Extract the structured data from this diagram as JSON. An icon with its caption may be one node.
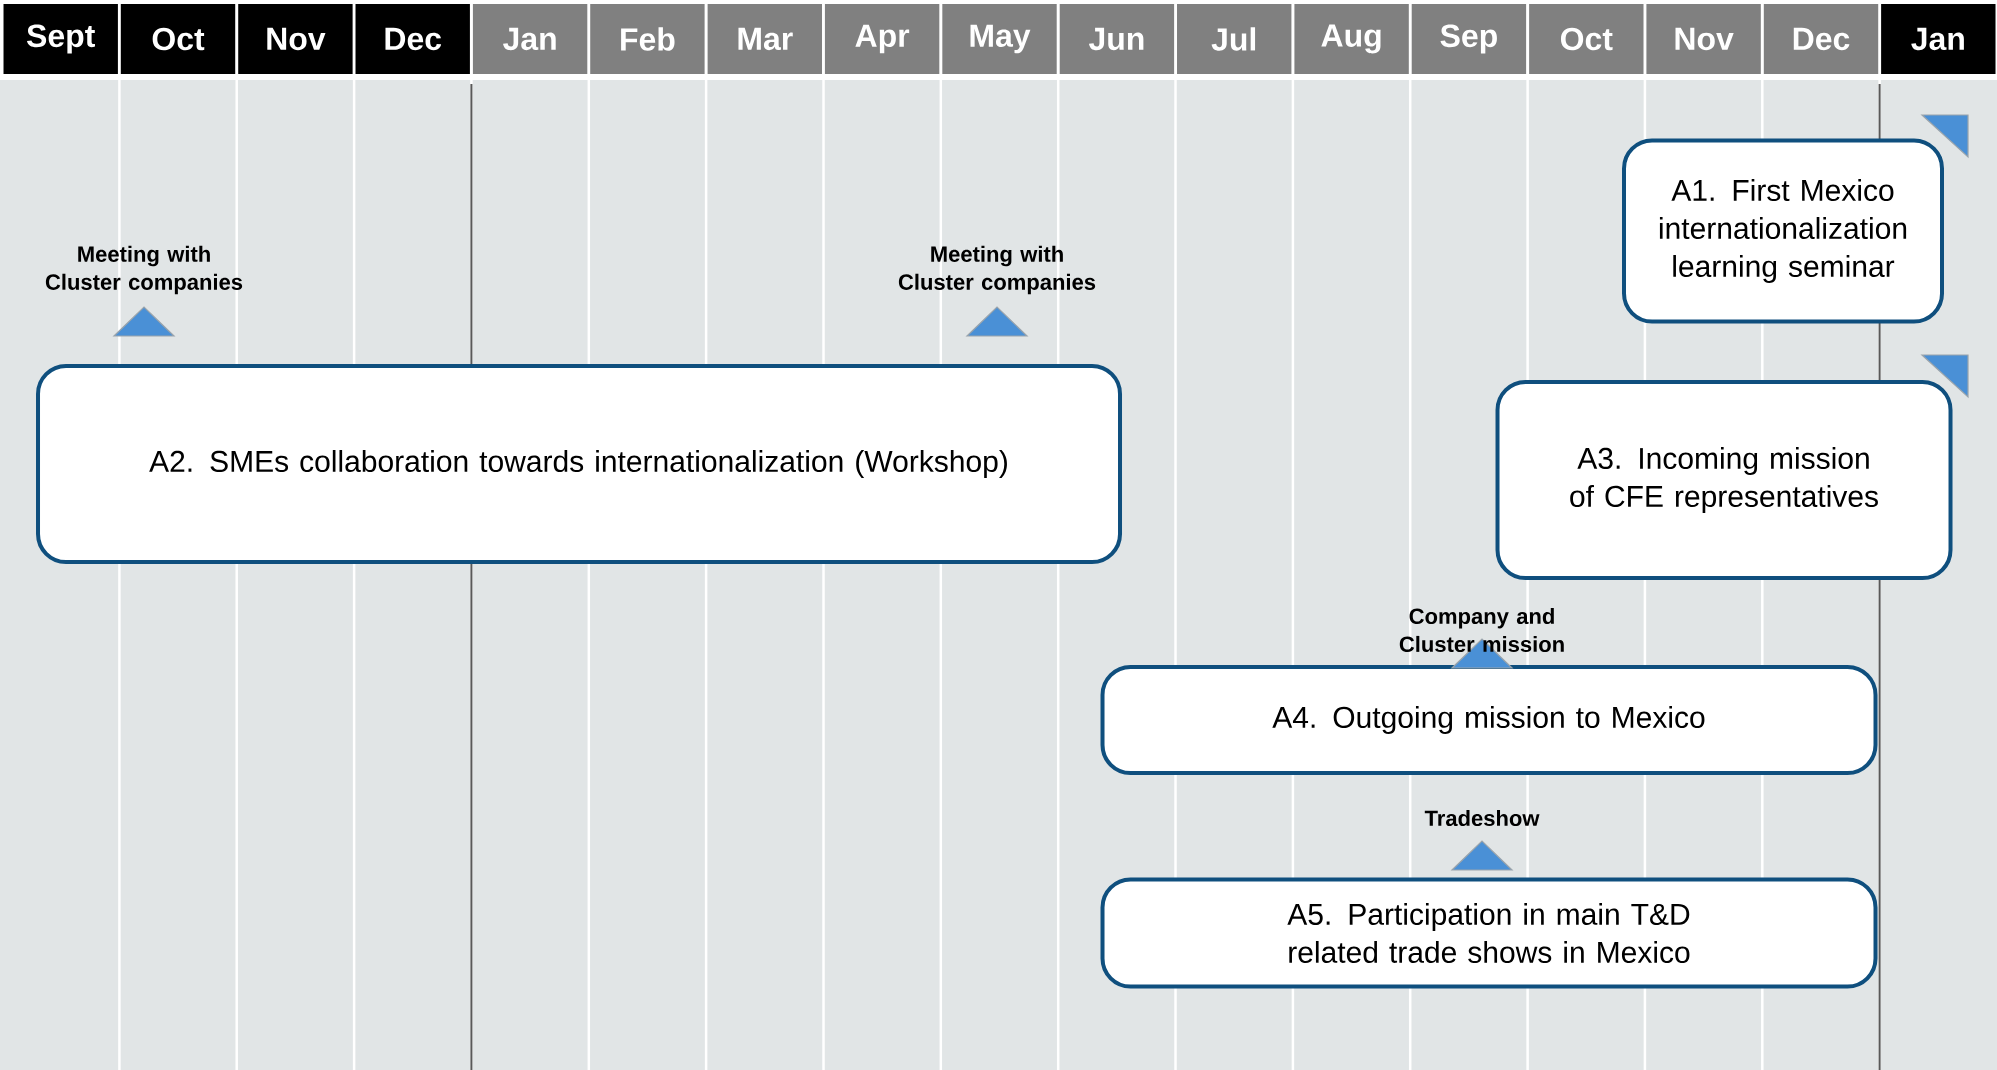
{
  "diagram": {
    "nodes": [
      {
        "text": [
          "A1. First Mexico internationalization learning  seminar"
        ]
      },
      {
        "text": [
          "A2. SMEs collaboration towards internationalization (Workshop)"
        ],
        "beside": [
          "Meeting with Cluster companies",
          "Meeting with Cluster companies"
        ]
      },
      {
        "text": [
          "A3. Incoming mission of CFE representatives"
        ]
      },
      {
        "text": [
          "A4. Outgoing mission  to Mexico"
        ],
        "beside": [
          "Company and Cluster mission"
        ]
      },
      {
        "text": [
          "A5. Participation in main T&D related trade shows in Mexico"
        ],
        "beside": [
          "Tradeshow"
        ]
      }
    ],
    "labels": [
      "Sept",
      "Oct",
      "Nov",
      "Dec",
      "Jan",
      "Feb",
      "Mar",
      "Apr",
      "May",
      "Jun",
      "Jul",
      "Aug",
      "Sep",
      "Oct",
      "Nov",
      "Dec",
      "Jan"
    ]
  }
}
